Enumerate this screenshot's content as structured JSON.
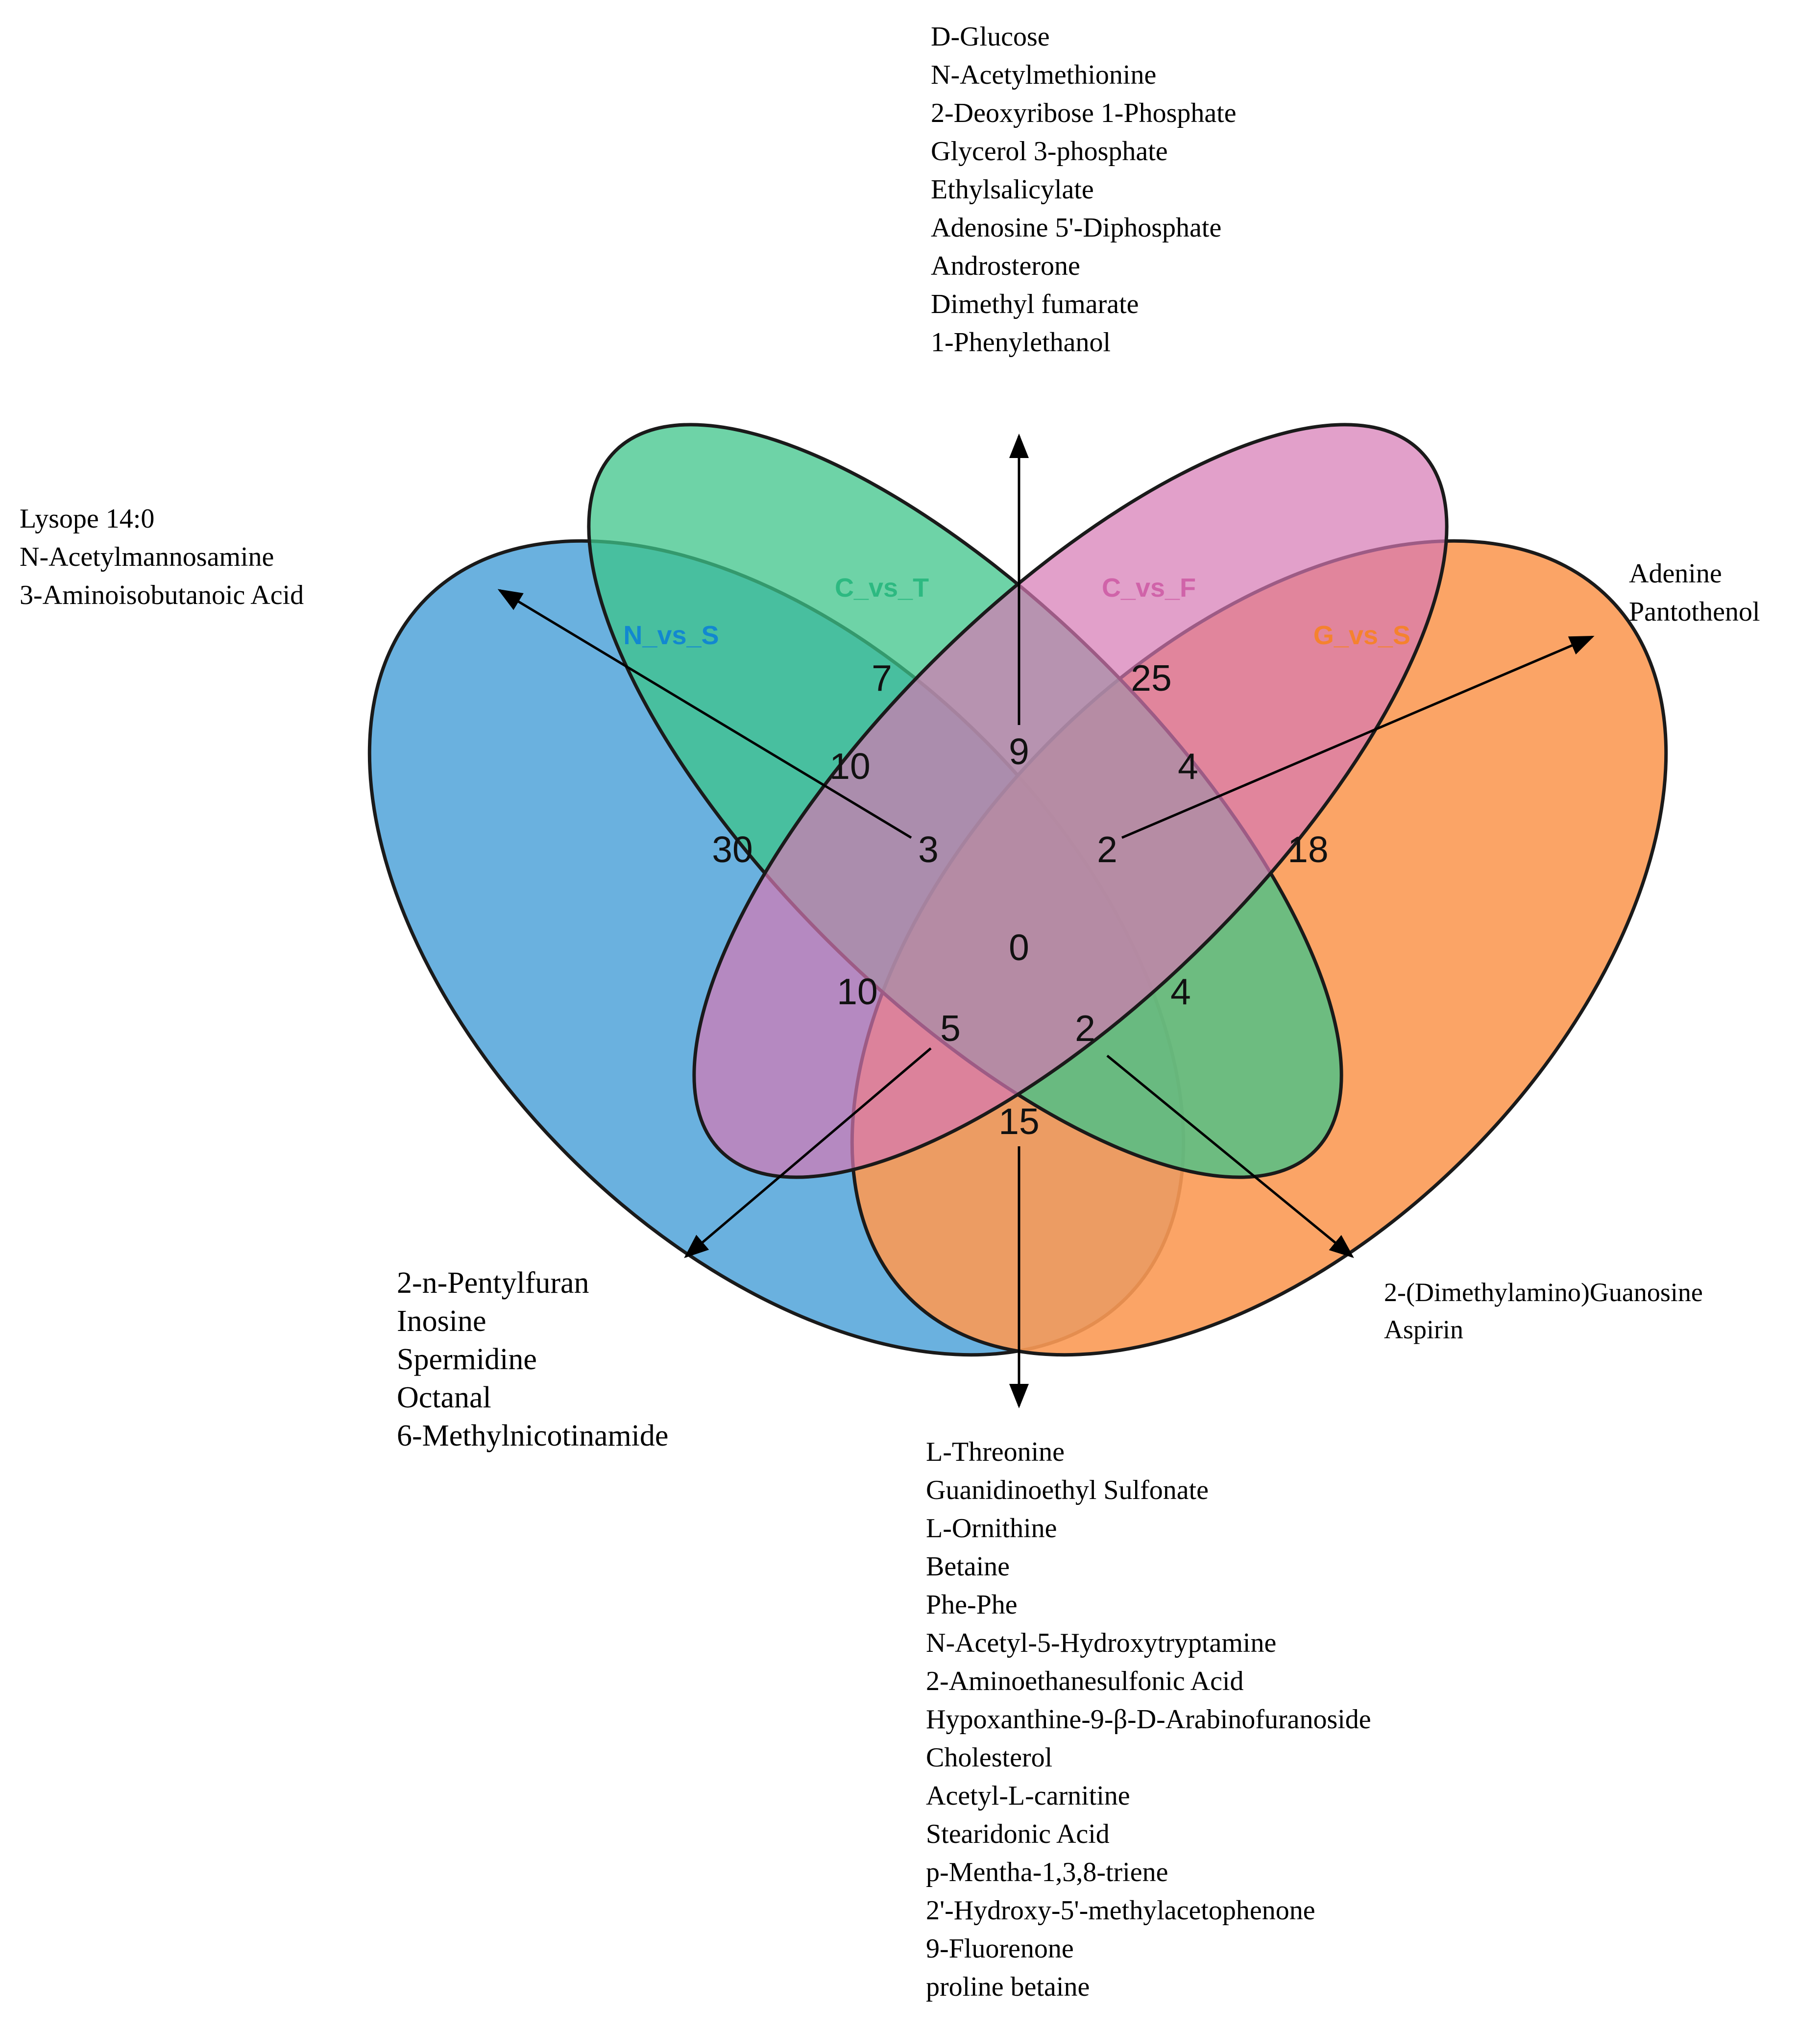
{
  "sets": [
    {
      "name": "N_vs_S",
      "color": "#1288d0"
    },
    {
      "name": "C_vs_T",
      "color": "#2db981"
    },
    {
      "name": "C_vs_F",
      "color": "#d063a9"
    },
    {
      "name": "G_vs_S",
      "color": "#f5822e"
    }
  ],
  "regions": {
    "only_n_vs_s": "30",
    "only_c_vs_t": "7",
    "only_c_vs_f": "25",
    "only_g_vs_s": "18",
    "n_vs_s_and_c_vs_t": "10",
    "c_vs_t_and_c_vs_f": "9",
    "c_vs_f_and_g_vs_s": "4",
    "n_vs_s_c_vs_t_c_vs_f": "3",
    "c_vs_t_c_vs_f_g_vs_s": "2",
    "all_four": "0",
    "n_vs_s_and_c_vs_f": "10",
    "c_vs_t_and_g_vs_s": "4",
    "n_vs_s_c_vs_f_g_vs_s": "5",
    "n_vs_s_c_vs_t_g_vs_s": "2",
    "n_vs_s_and_g_vs_s": "15"
  },
  "lists": {
    "c_vs_t_c_vs_f": [
      "D-Glucose",
      "N-Acetylmethionine",
      "2-Deoxyribose 1-Phosphate",
      "Glycerol 3-phosphate",
      "Ethylsalicylate",
      "Adenosine 5'-Diphosphate",
      "Androsterone",
      "Dimethyl fumarate",
      "1-Phenylethanol"
    ],
    "n_vs_s_c_vs_t_c_vs_f": [
      "Lysope 14:0",
      "N-Acetylmannosamine",
      "3-Aminoisobutanoic Acid"
    ],
    "c_vs_t_c_vs_f_g_vs_s": [
      "Adenine",
      "Pantothenol"
    ],
    "n_vs_s_c_vs_f_g_vs_s": [
      "2-n-Pentylfuran",
      "Inosine",
      "Spermidine",
      "Octanal",
      "6-Methylnicotinamide"
    ],
    "n_vs_s_c_vs_t_g_vs_s": [
      "2-(Dimethylamino)Guanosine",
      "Aspirin"
    ],
    "n_vs_s_g_vs_s": [
      "L-Threonine",
      "Guanidinoethyl Sulfonate",
      "L-Ornithine",
      "Betaine",
      "Phe-Phe",
      "N-Acetyl-5-Hydroxytryptamine",
      "2-Aminoethanesulfonic Acid",
      "Hypoxanthine-9-β-D-Arabinofuranoside",
      "Cholesterol",
      "Acetyl-L-carnitine",
      "Stearidonic Acid",
      "p-Mentha-1,3,8-triene",
      "2'-Hydroxy-5'-methylacetophenone",
      "9-Fluorenone",
      "proline betaine"
    ]
  }
}
